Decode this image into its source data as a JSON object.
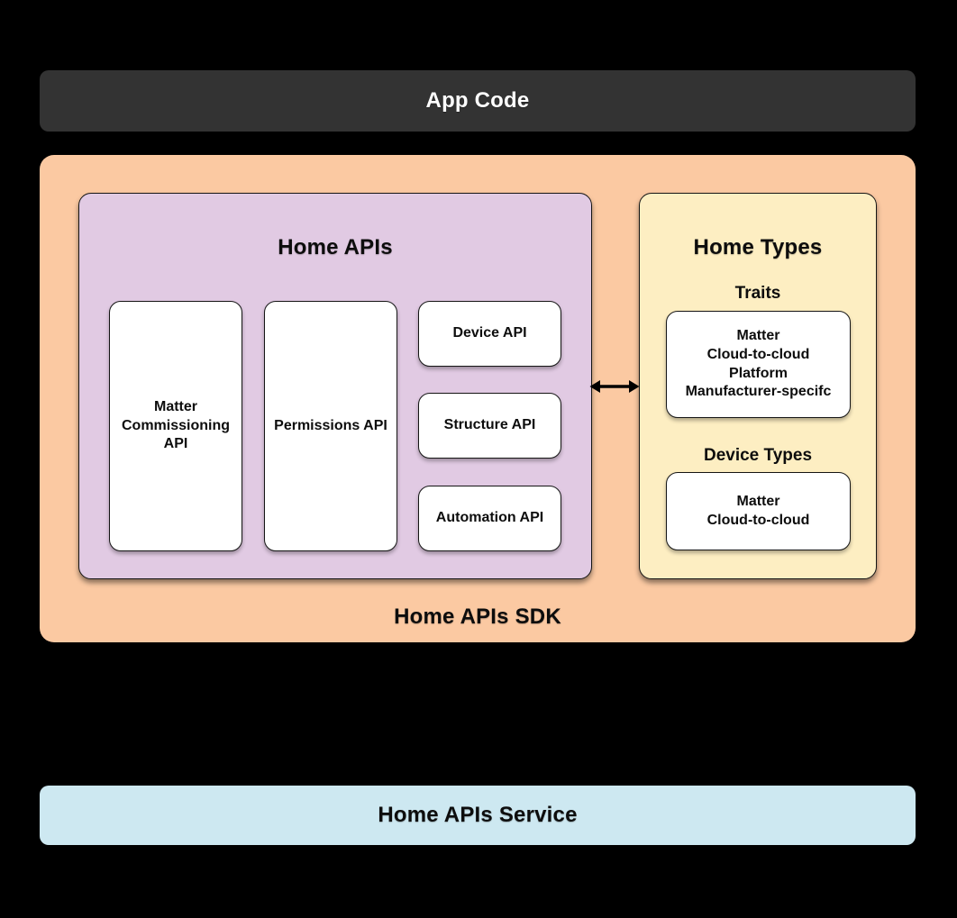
{
  "app_code": {
    "label": "App Code"
  },
  "sdk": {
    "label": "Home APIs SDK",
    "home_apis": {
      "title": "Home APIs",
      "matter_commissioning_label": "Matter\nCommissioning\nAPI",
      "permissions_label": "Permissions API",
      "device_label": "Device API",
      "structure_label": "Structure API",
      "automation_label": "Automation API"
    },
    "home_types": {
      "title": "Home Types",
      "traits_label": "Traits",
      "traits_items": "Matter\nCloud-to-cloud\nPlatform\nManufacturer-specifc",
      "device_types_label": "Device Types",
      "device_types_items": "Matter\nCloud-to-cloud"
    }
  },
  "service": {
    "label": "Home APIs Service"
  },
  "colors": {
    "app_code_bg": "#333333",
    "sdk_bg": "#fbc9a2",
    "home_apis_bg": "#e1cae3",
    "home_types_bg": "#fdeec2",
    "service_bg": "#cde8f1",
    "card_bg": "#ffffff",
    "border": "#151515"
  }
}
